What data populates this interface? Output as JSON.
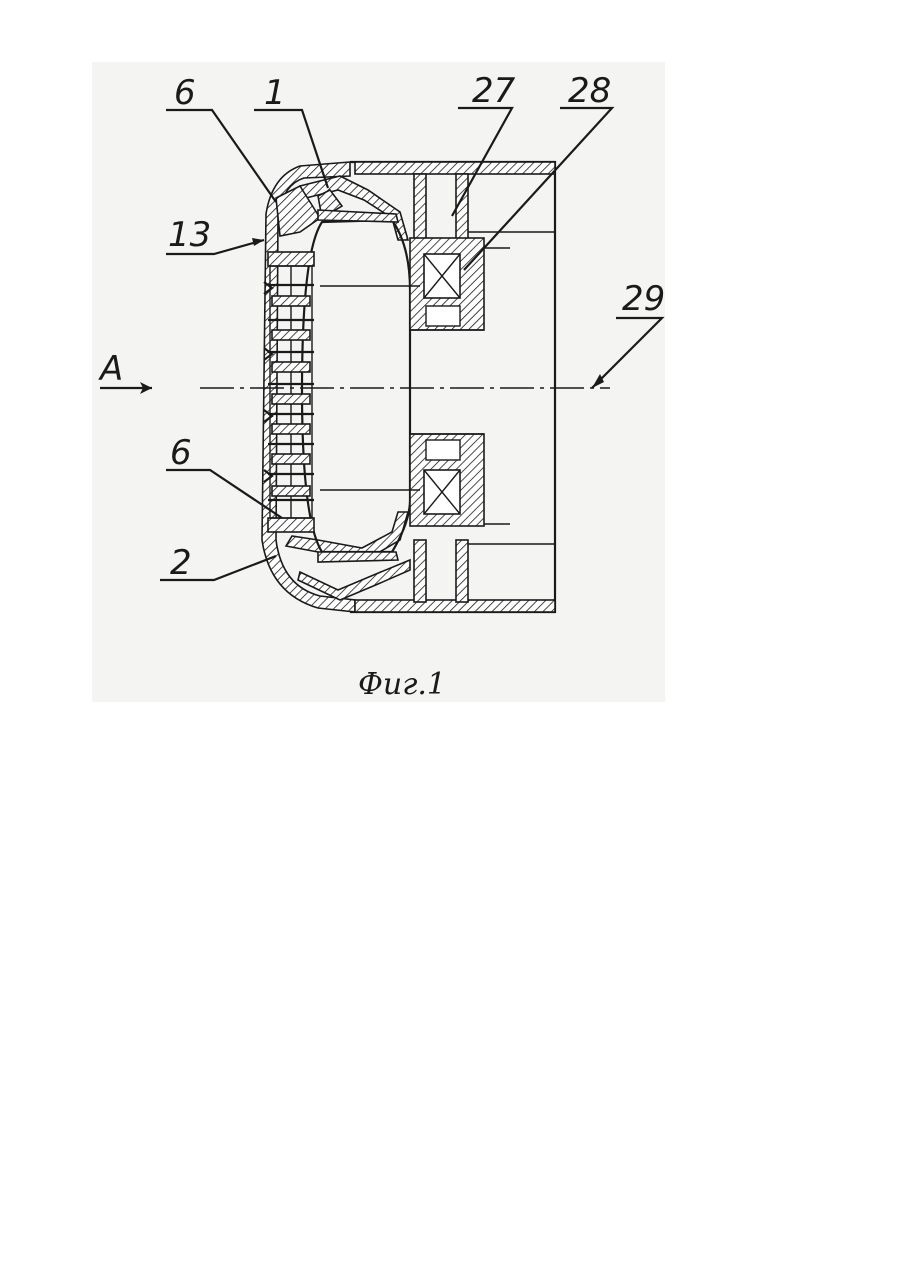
{
  "figure": {
    "caption": "Фиг.1",
    "view_arrow": "A",
    "labels": {
      "l6_top": "6",
      "l1": "1",
      "l27": "27",
      "l28": "28",
      "l13": "13",
      "l29": "29",
      "l6_bottom": "6",
      "l2": "2"
    },
    "colors": {
      "ink": "#1a1a1a",
      "paper": "#f4f4f2",
      "page": "#ffffff"
    }
  }
}
